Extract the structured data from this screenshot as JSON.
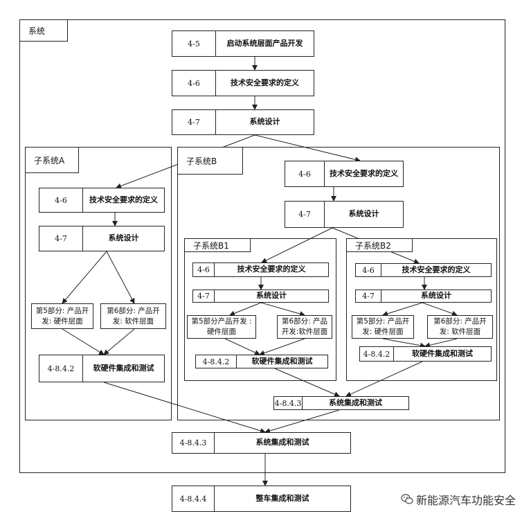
{
  "system": {
    "label": "系统"
  },
  "main": {
    "n1": {
      "id": "4-5",
      "label": "启动系统层面产品开发"
    },
    "n2": {
      "id": "4-6",
      "label": "技术安全要求的定义"
    },
    "n3": {
      "id": "4-7",
      "label": "系统设计"
    },
    "n4": {
      "id": "4-8.4.3",
      "label": "系统集成和测试"
    },
    "n5": {
      "id": "4-8.4.4",
      "label": "整车集成和测试"
    }
  },
  "subA": {
    "label": "子系统A",
    "tsr": {
      "id": "4-6",
      "label": "技术安全要求的定义"
    },
    "sd": {
      "id": "4-7",
      "label": "系统设计"
    },
    "hw": "第5部分: 产品开发: 硬件层面",
    "sw": "第6部分: 产品开发: 软件层面",
    "int": {
      "id": "4-8.4.2",
      "label": "软硬件集成和测试"
    }
  },
  "subB": {
    "label": "子系统B",
    "tsr": {
      "id": "4-6",
      "label": "技术安全要求的定义"
    },
    "sd": {
      "id": "4-7",
      "label": "系统设计"
    },
    "int": {
      "id": "4-8.4.3",
      "label": "系统集成和测试"
    },
    "b1": {
      "label": "子系统B1",
      "tsr": {
        "id": "4-6",
        "label": "技术安全要求的定义"
      },
      "sd": {
        "id": "4-7",
        "label": "系统设计"
      },
      "hw": "第5部分产品开发 :硬件层面",
      "sw": "第6部分: 产品开发:软件层面",
      "int": {
        "id": "4-8.4.2",
        "label": "软硬件集成和测试"
      }
    },
    "b2": {
      "label": "子系统B2",
      "tsr": {
        "id": "4-6",
        "label": "技术安全要求的定义"
      },
      "sd": {
        "id": "4-7",
        "label": "系统设计"
      },
      "hw": "第5部分: 产品开发: 硬件层面",
      "sw": "第6部分: 产品开发: 软件层面",
      "int": {
        "id": "4-8.4.2",
        "label": "软硬件集成和测试"
      }
    }
  },
  "watermark": {
    "text": "新能源汽车功能安全",
    "icon": "wechat-icon"
  }
}
